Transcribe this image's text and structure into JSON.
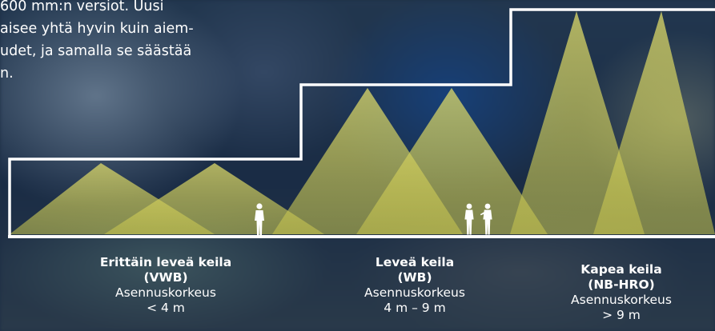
{
  "intro_lines": [
    "600 mm:n versiot. Uusi",
    "aisee yhtä hyvin kuin aiem-",
    "udet, ja samalla se säästää",
    "n."
  ],
  "beam_types": [
    {
      "name": "Erittäin leveä keila",
      "code": "(VWB)",
      "height_label": "Asennuskorkeus",
      "height_value": "< 4 m"
    },
    {
      "name": "Leveä keila",
      "code": "(WB)",
      "height_label": "Asennuskorkeus",
      "height_value": "4 m – 9 m"
    },
    {
      "name": "Kapea keila",
      "code": "(NB-HRO)",
      "height_label": "Asennuskorkeus",
      "height_value": "> 9 m"
    }
  ],
  "colors": {
    "beam": "#d6d35a",
    "outline": "#ffffff",
    "text": "#ffffff"
  }
}
